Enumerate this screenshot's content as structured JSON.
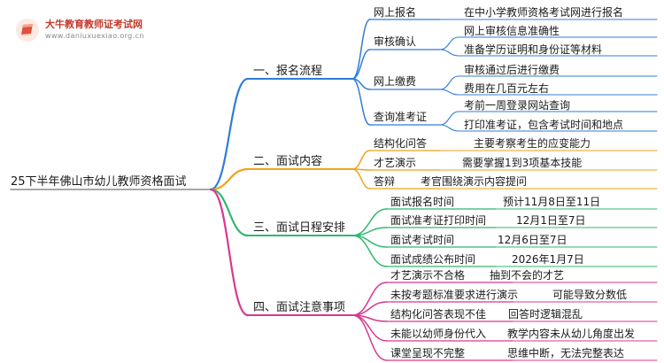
{
  "brand": {
    "name": "大牛教育教师证考试网",
    "url": "www.daniuxuexiao.org.cn",
    "logo_icon": "book-logo-icon"
  },
  "mindmap": {
    "root": "25下半年佛山市幼儿教师资格面试",
    "branches": [
      {
        "label": "一、报名流程",
        "color": "#2f7dd6",
        "children": [
          {
            "label": "网上报名",
            "leaves": [
              "在中小学教师资格考试网进行报名"
            ]
          },
          {
            "label": "审核确认",
            "leaves": [
              "网上审核信息准确性",
              "准备学历证明和身份证等材料"
            ]
          },
          {
            "label": "网上缴费",
            "leaves": [
              "审核通过后进行缴费",
              "费用在几百元左右"
            ]
          },
          {
            "label": "查询准考证",
            "leaves": [
              "考前一周登录网站查询",
              "打印准考证，包含考试时间和地点"
            ]
          }
        ]
      },
      {
        "label": "二、面试内容",
        "color": "#f0a21a",
        "children": [
          {
            "label": "结构化问答",
            "leaves": [
              "主要考察考生的应变能力"
            ]
          },
          {
            "label": "才艺演示",
            "leaves": [
              "需要掌握1到3项基本技能"
            ]
          },
          {
            "label": "答辩",
            "leaves": [
              "考官围绕演示内容提问"
            ]
          }
        ]
      },
      {
        "label": "三、面试日程安排",
        "color": "#2fb86e",
        "children": [
          {
            "label": "面试报名时间",
            "leaves": [
              "预计11月8日至11日"
            ]
          },
          {
            "label": "面试准考证打印时间",
            "leaves": [
              "12月1日至7日"
            ]
          },
          {
            "label": "面试考试时间",
            "leaves": [
              "12月6日至7日"
            ]
          },
          {
            "label": "面试成绩公布时间",
            "leaves": [
              "2026年1月7日"
            ]
          }
        ]
      },
      {
        "label": "四、面试注意事项",
        "color": "#d9378f",
        "children": [
          {
            "label": "才艺演示不合格",
            "leaves": [
              "抽到不会的才艺"
            ]
          },
          {
            "label": "未按考题标准要求进行演示",
            "leaves": [
              "可能导致分数低"
            ]
          },
          {
            "label": "结构化问答表现不佳",
            "leaves": [
              "回答时逻辑混乱"
            ]
          },
          {
            "label": "未能以幼师身份代入",
            "leaves": [
              "教学内容未从幼儿角度出发"
            ]
          },
          {
            "label": "课堂呈现不完整",
            "leaves": [
              "思维中断，无法完整表达"
            ]
          }
        ]
      }
    ]
  }
}
